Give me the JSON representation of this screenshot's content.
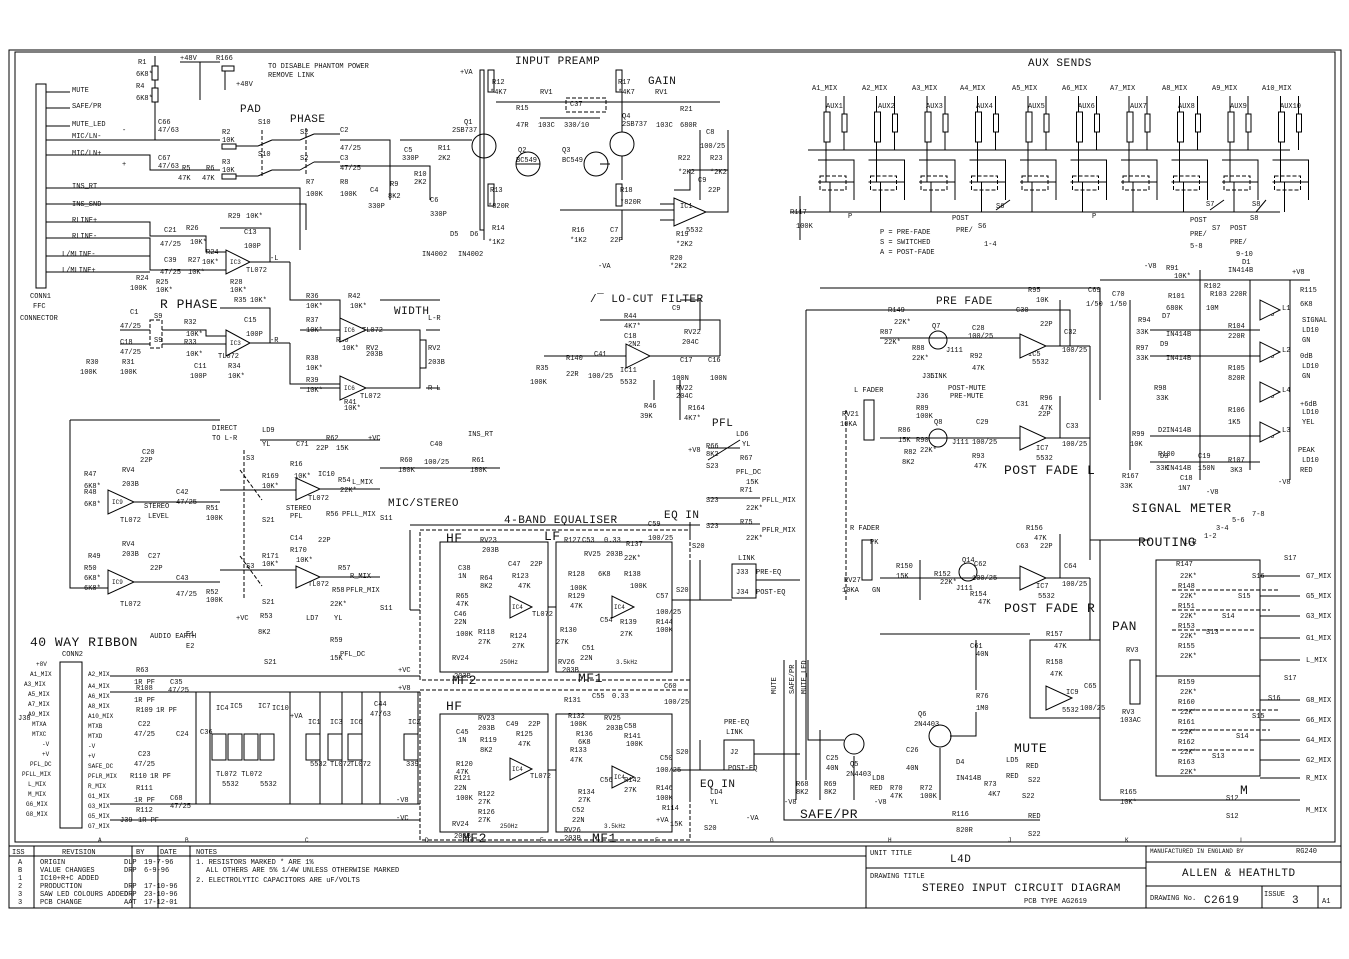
{
  "sections": {
    "input_preamp": "INPUT PREAMP",
    "aux_sends": "AUX SENDS",
    "gain": "GAIN",
    "pad": "PAD",
    "phase": "PHASE",
    "r_phase": "R PHASE",
    "width": "WIDTH",
    "lo_cut": "/¯ LO-CUT FILTER",
    "pre_fade": "PRE FADE",
    "pfl": "PFL",
    "mic_stereo": "MIC/STEREO",
    "eq4": "4-BAND EQUALISER",
    "eq_in_top": "EQ IN",
    "eq_in_bottom": "EQ IN",
    "hf_top": "HF",
    "hf_bottom": "HF",
    "lf": "LF",
    "mf2_top": "MF2",
    "mf2_bottom": "MF2",
    "mf1_top": "MF1",
    "mf1_bottom": "MF1",
    "ribbon": "40 WAY RIBBON",
    "post_fade_l": "POST FADE L",
    "post_fade_r": "POST FADE R",
    "signal_meter": "SIGNAL METER",
    "routing": "ROUTING",
    "pan": "PAN",
    "mute": "MUTE",
    "safe_pr": "SAFE/PR",
    "m": "M"
  },
  "notes": {
    "phantom": [
      "TO DISABLE PHANTOM POWER",
      "REMOVE LINK"
    ],
    "legend": [
      "P = PRE-FADE",
      "S = SWITCHED",
      "A = POST-FADE"
    ],
    "conn1": [
      "CONN1",
      "FFC",
      "CONNECTOR"
    ],
    "direct": [
      "DIRECT",
      "TO L-R"
    ],
    "audio_earth": "AUDIO EARTH"
  },
  "connector_pins": [
    "MUTE",
    "SAFE/PR",
    "MUTE_LED",
    "MIC/LN-",
    "MIC/LN+",
    "INS_RT",
    "INS_SND",
    "RLINE+",
    "RLINE-",
    "L/MLINE-",
    "L/MLINE+"
  ],
  "aux_labels": [
    "AUX1",
    "AUX2",
    "AUX3",
    "AUX4",
    "AUX5",
    "AUX6",
    "AUX7",
    "AUX8",
    "AUX9",
    "AUX10"
  ],
  "aux_mix_labels": [
    "A1_MIX",
    "A2_MIX",
    "A3_MIX",
    "A4_MIX",
    "A5_MIX",
    "A6_MIX",
    "A7_MIX",
    "A8_MIX",
    "A9_MIX",
    "A10_MIX"
  ],
  "meter_leds": [
    "SIGNAL",
    "0dB",
    "+6dB",
    "PEAK"
  ],
  "meter_colors": [
    "GN",
    "GN",
    "YEL",
    "RED"
  ],
  "routing_mix": [
    "G7_MIX",
    "G5_MIX",
    "G3_MIX",
    "G1_MIX",
    "L_MIX",
    "G8_MIX",
    "G6_MIX",
    "G4_MIX",
    "G2_MIX",
    "R_MIX",
    "M_MIX"
  ],
  "ribbon_pins": [
    "+8V",
    "A1_MIX",
    "A3_MIX",
    "A5_MIX",
    "A7_MIX",
    "A9_MIX",
    "MTXA",
    "MTXC",
    "-V",
    "+V",
    "PFL_DC",
    "PFLL_MIX",
    "L_MIX",
    "M_MIX",
    "G6_MIX",
    "G8_MIX"
  ],
  "ribbon_pins_right": [
    "A2_MIX",
    "A4_MIX",
    "A6_MIX",
    "A8_MIX",
    "A10_MIX",
    "MTXB",
    "MTXD",
    "-V",
    "+V",
    "SAFE_DC",
    "PFLR_MIX",
    "R_MIX",
    "G1_MIX",
    "G3_MIX",
    "G5_MIX",
    "G7_MIX"
  ],
  "freq_labels": [
    "250Hz",
    "3.5kHz",
    "250Hz",
    "3.5kHz"
  ],
  "border_letters": [
    "A",
    "B",
    "C",
    "D",
    "E",
    "F",
    "G",
    "H",
    "J",
    "K",
    "L"
  ],
  "revisions": {
    "header": [
      "ISS",
      "REVISION",
      "BY",
      "DATE",
      "NOTES"
    ],
    "rows": [
      {
        "iss": "A",
        "rev": "ORIGIN",
        "by": "DLP",
        "date": "19-7-96"
      },
      {
        "iss": "B",
        "rev": "VALUE CHANGES",
        "by": "DRP",
        "date": "6-9-96"
      },
      {
        "iss": "1",
        "rev": "IC10+R+C ADDED",
        "by": "",
        "date": ""
      },
      {
        "iss": "2",
        "rev": "PRODUCTION",
        "by": "DRP",
        "date": "17-10-96"
      },
      {
        "iss": "3",
        "rev": "SAW LED COLOURS ADDED",
        "by": "DRP",
        "date": "23-10-96"
      },
      {
        "iss": "3",
        "rev": "PCB CHANGE",
        "by": "AAT",
        "date": "17-12-01"
      }
    ],
    "notes": [
      "1. RESISTORS MARKED * ARE 1%",
      "ALL OTHERS ARE 5% 1/4W UNLESS OTHERWISE MARKED",
      "2. ELECTROLYTIC CAPACITORS ARE uF/VOLTS"
    ]
  },
  "title_block": {
    "unit_title_label": "UNIT TITLE",
    "unit_title": "L4D",
    "drawing_title_label": "DRAWING TITLE",
    "drawing_title": "STEREO INPUT CIRCUIT DIAGRAM",
    "pcb_type": "PCB TYPE AG2619",
    "made_in": "MANUFACTURED IN ENGLAND BY",
    "company": "ALLEN & HEATHLTD",
    "code": "RG240",
    "drawing_no_label": "DRAWING No.",
    "drawing_no": "C2619",
    "issue_label": "ISSUE",
    "issue": "3",
    "sheet": "A1"
  }
}
